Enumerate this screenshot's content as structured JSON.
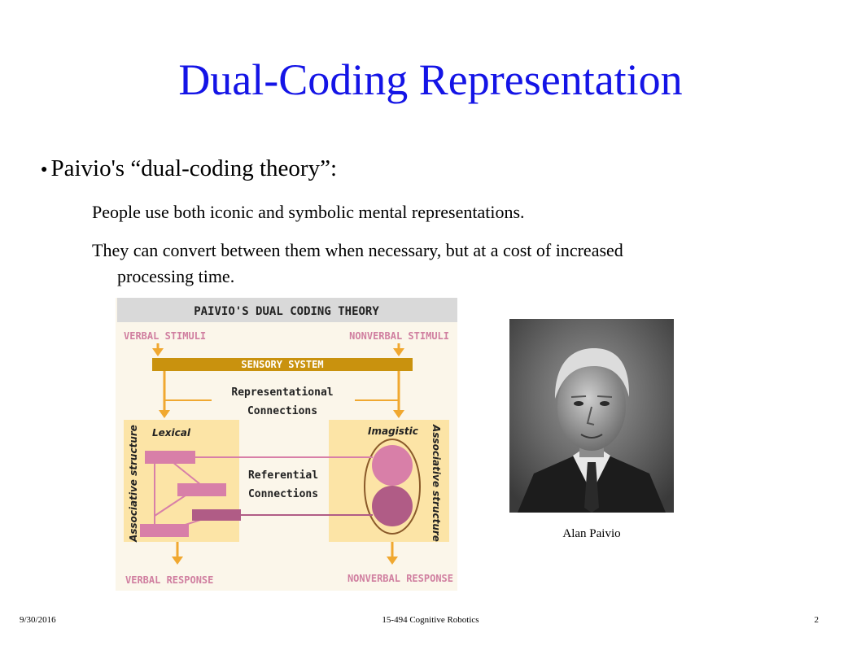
{
  "slide": {
    "title": "Dual-Coding Representation",
    "bullet": "Paivio's “dual-coding theory”:",
    "sub1": "People use both iconic and symbolic mental representations.",
    "sub2a": "They can convert between them when necessary, but at a cost of increased",
    "sub2b": "processing time."
  },
  "diagram": {
    "header": "PAIVIO'S DUAL CODING THEORY",
    "verbal_stimuli": "VERBAL STIMULI",
    "nonverbal_stimuli": "NONVERBAL STIMULI",
    "sensory_system": "SENSORY SYSTEM",
    "representational_1": "Representational",
    "representational_2": "Connections",
    "lexical": "Lexical",
    "imagistic": "Imagistic",
    "associative_left": "Associative structure",
    "associative_right": "Associative structure",
    "referential_1": "Referential",
    "referential_2": "Connections",
    "verbal_response": "VERBAL RESPONSE",
    "nonverbal_response": "NONVERBAL RESPONSE",
    "colors": {
      "header_bg": "#d9d9d9",
      "panel": "#fce4a6",
      "arrow": "#f0a830",
      "bar": "#c9920e",
      "pink": "#d87fa8",
      "plum": "#b05c86",
      "outline": "#8a5a2a"
    }
  },
  "photo": {
    "caption": "Alan Paivio"
  },
  "footer": {
    "date": "9/30/2016",
    "course": "15-494 Cognitive Robotics",
    "page": "2"
  }
}
